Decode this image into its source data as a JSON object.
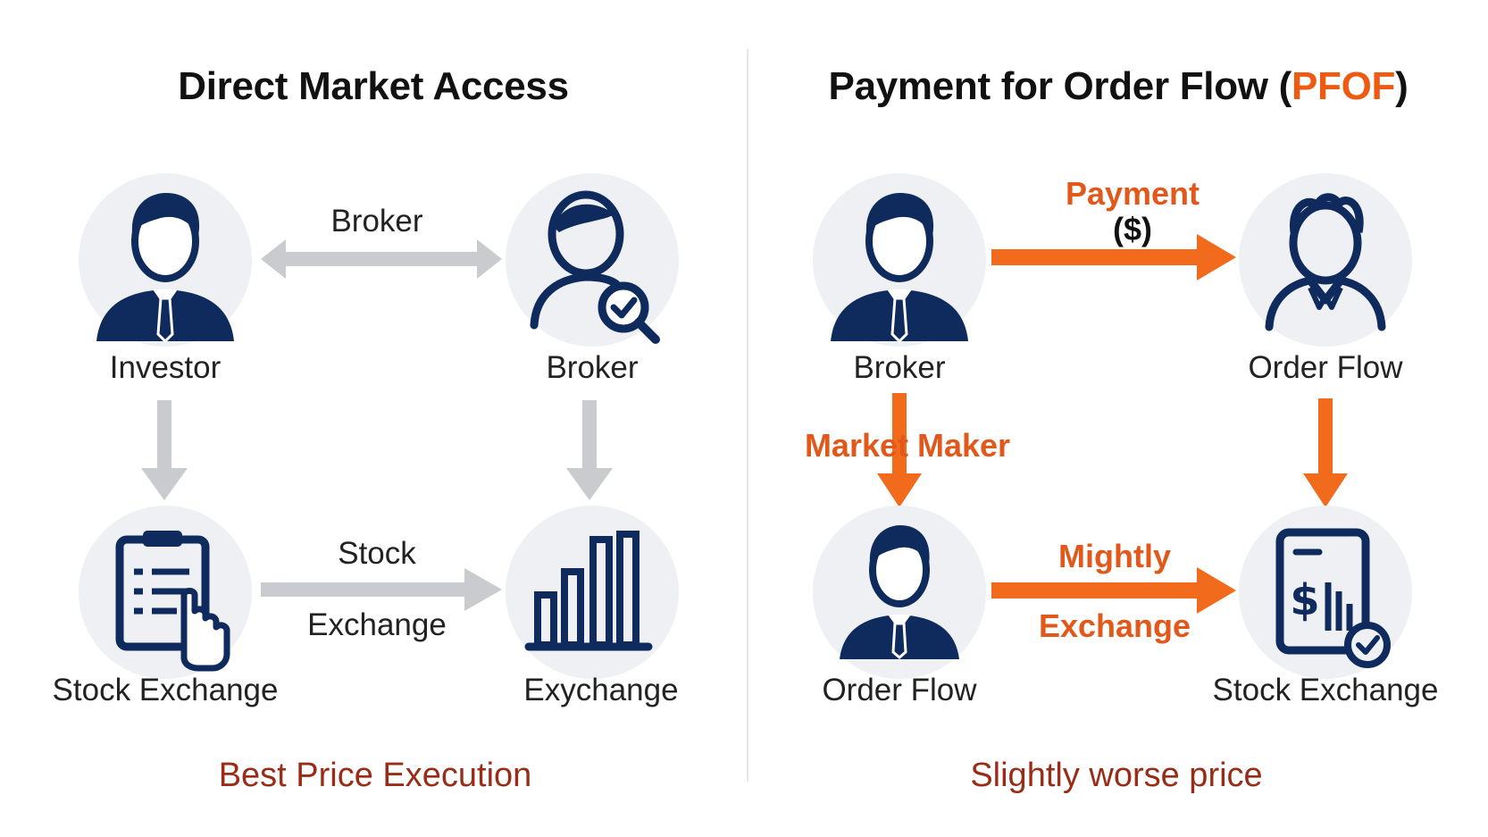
{
  "left": {
    "title": "Direct Market Access",
    "nodes": {
      "top_left": {
        "label": "Investor",
        "icon": "person-suit-icon"
      },
      "top_right": {
        "label": "Broker",
        "icon": "person-search-icon"
      },
      "bottom_left": {
        "label": "Stock Exchange",
        "icon": "clipboard-hand-icon"
      },
      "bottom_right": {
        "label": "Exychange",
        "icon": "bar-chart-icon"
      }
    },
    "arrows": {
      "top": {
        "label": "Broker"
      },
      "bottom": {
        "label_line1": "Stock",
        "label_line2": "Exchange"
      }
    },
    "footer": "Best Price Execution"
  },
  "right": {
    "title_main": "Payment for Order Flow (",
    "title_accent": "PFOF",
    "title_end": ")",
    "nodes": {
      "top_left": {
        "label": "Broker",
        "icon": "person-suit-icon"
      },
      "top_right": {
        "label": "Order Flow",
        "icon": "person-outline-icon"
      },
      "bottom_left": {
        "label": "Order Flow",
        "icon": "person-suit-icon"
      },
      "bottom_right": {
        "label": "Stock Exchange",
        "icon": "tablet-dollar-chart-icon"
      }
    },
    "arrows": {
      "top": {
        "label_line1": "Payment",
        "label_line2": "($)"
      },
      "left": {
        "label": "Market Maker"
      },
      "bottom": {
        "label_line1": "Mightly",
        "label_line2": "Exchange"
      }
    },
    "footer": "Slightly worse price"
  },
  "colors": {
    "navy": "#0f2a5c",
    "gray_arrow": "#c9cbce",
    "orange": "#f26a1b",
    "circle_bg": "#eef0f3",
    "footer_text": "#9a2b16"
  }
}
